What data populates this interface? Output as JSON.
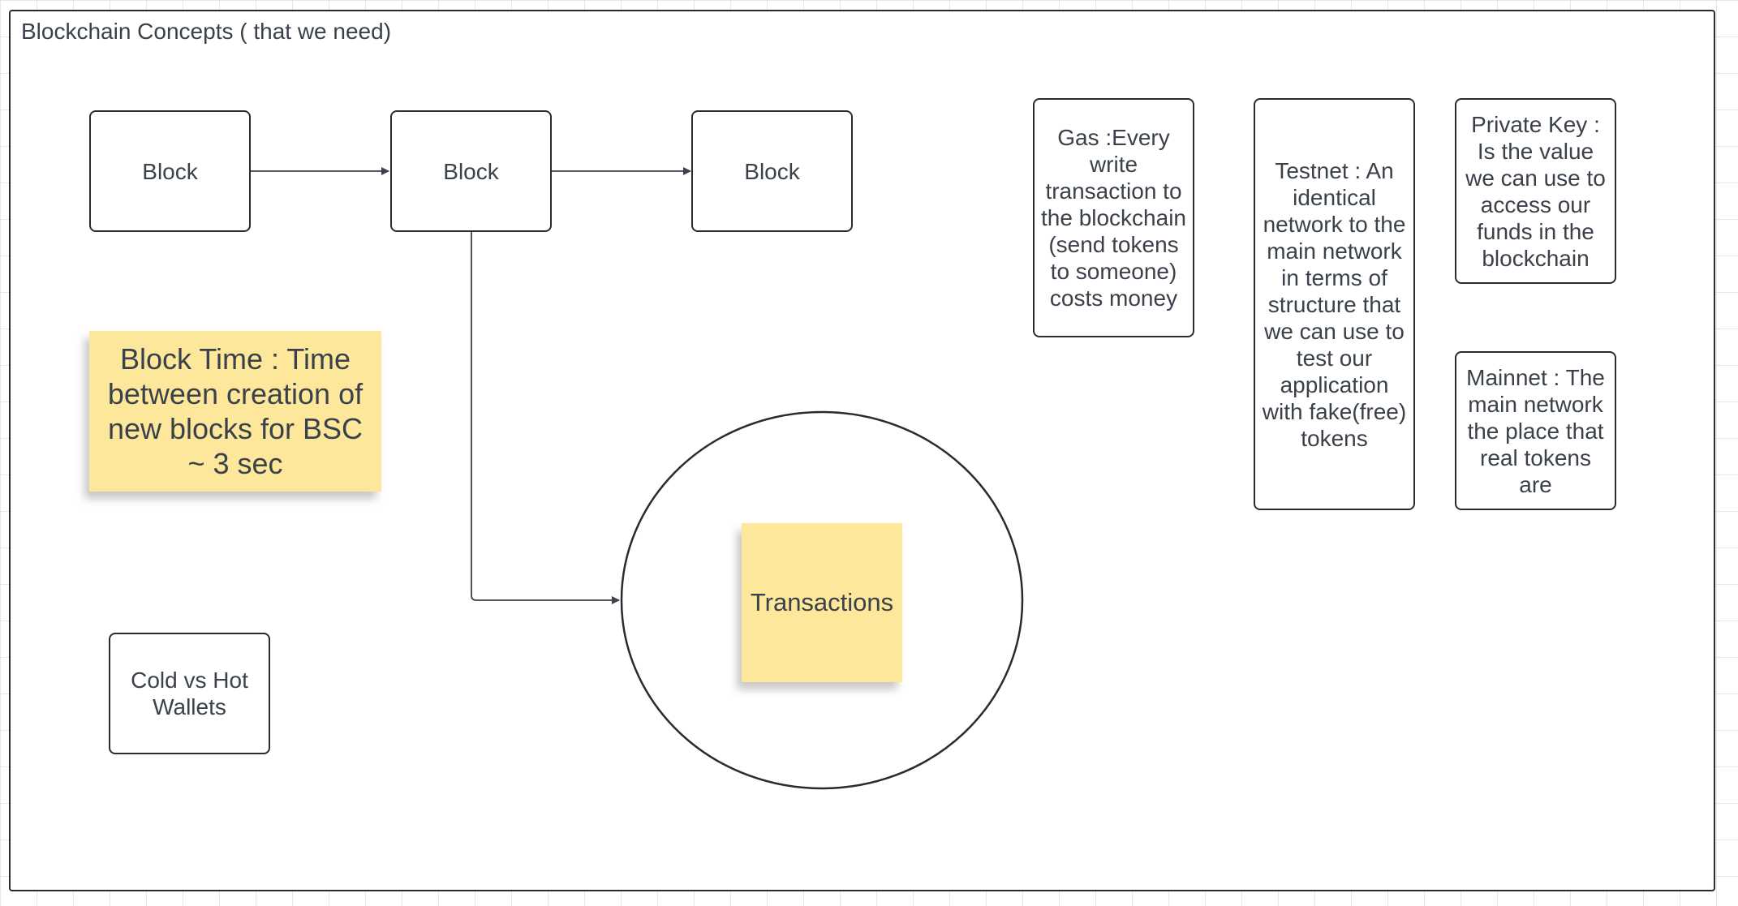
{
  "frame": {
    "title": "Blockchain Concepts ( that we need)"
  },
  "blocks": {
    "block_1": "Block",
    "block_2": "Block",
    "block_3": "Block"
  },
  "notes": {
    "gas": "Gas :Every write transaction to the blockchain (send tokens to someone) costs money",
    "testnet": "Testnet  : An identical network to the main network in terms of structure that we can use to test our application with fake(free) tokens",
    "private_key": "Private Key : Is the value we can use to access our funds in the blockchain",
    "mainnet": "Mainnet : The main network the place that real tokens are",
    "wallets": "Cold vs Hot Wallets"
  },
  "stickies": {
    "block_time": "Block Time : Time between creation of new blocks for BSC ~ 3 sec",
    "transactions": "Transactions"
  },
  "colors": {
    "sticky_fill": "#fde79b",
    "stroke": "#2b2b2b",
    "text": "#3a414a",
    "grid": "#e6e6e6"
  }
}
